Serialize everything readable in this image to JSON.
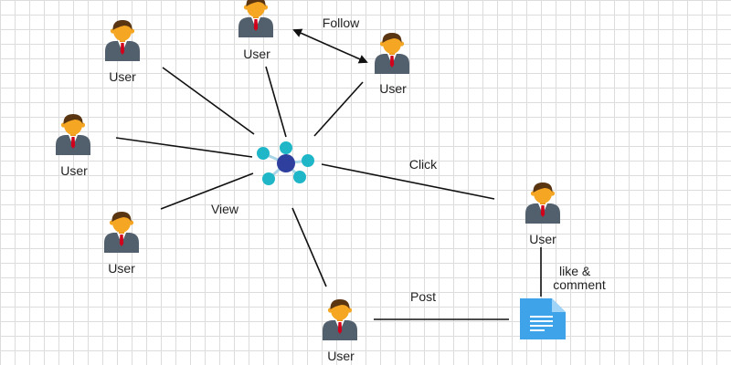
{
  "colors": {
    "edge": "#111111",
    "hub_node": "#1fb6c8",
    "hub_center": "#2e3f9e",
    "hub_spoke": "#a9d6e6",
    "doc_body": "#3fa3ea",
    "doc_fold": "#9fd3f7",
    "doc_lines": "#ffffff",
    "skin": "#f5a623",
    "hair": "#5a3512",
    "suit": "#52606d",
    "shirt": "#ffffff",
    "tie": "#d0021b"
  },
  "icons": {
    "user": "user-icon",
    "hub": "network-hub-icon",
    "document": "document-icon"
  },
  "nodes": {
    "user_top": "User",
    "user_top_left": "User",
    "user_top_right": "User",
    "user_left": "User",
    "user_bottom_left": "User",
    "user_right": "User",
    "user_bottom": "User"
  },
  "edges": {
    "follow": "Follow",
    "click": "Click",
    "view": "View",
    "post": "Post",
    "like_line1": "like &",
    "like_line2": "comment"
  }
}
